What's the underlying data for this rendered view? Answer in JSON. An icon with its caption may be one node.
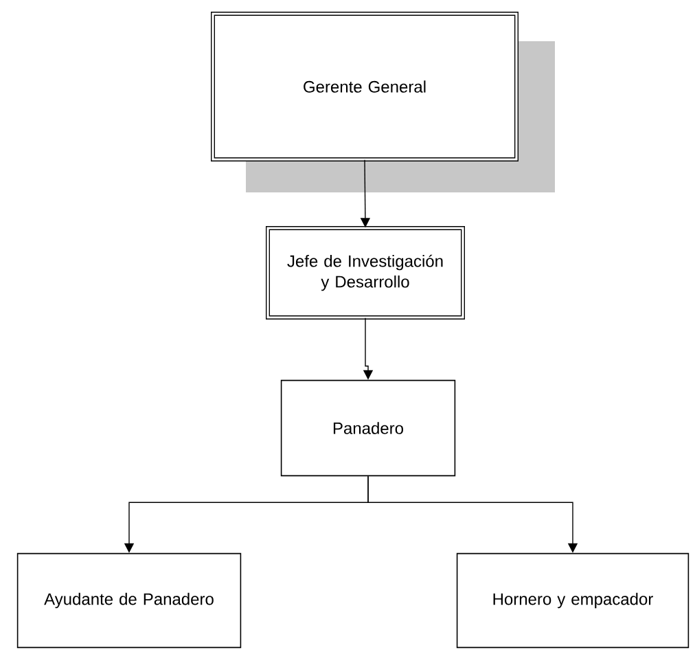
{
  "diagram": {
    "nodes": [
      {
        "text": [
          "Gerente General"
        ]
      },
      {
        "text": [
          "Jefe de Investigación y Desarrollo"
        ]
      },
      {
        "text": [
          "Panadero"
        ]
      },
      {
        "text": [
          "Ayudante de Panadero"
        ]
      },
      {
        "text": [
          "Hornero y empacador"
        ]
      }
    ],
    "edges": [
      {
        "from": 0,
        "to": 1,
        "arrow": "to"
      },
      {
        "from": 1,
        "to": 2,
        "arrow": "to"
      },
      {
        "from": 2,
        "to": 3,
        "arrow": "to"
      },
      {
        "from": 2,
        "to": 4,
        "arrow": "to"
      }
    ]
  }
}
